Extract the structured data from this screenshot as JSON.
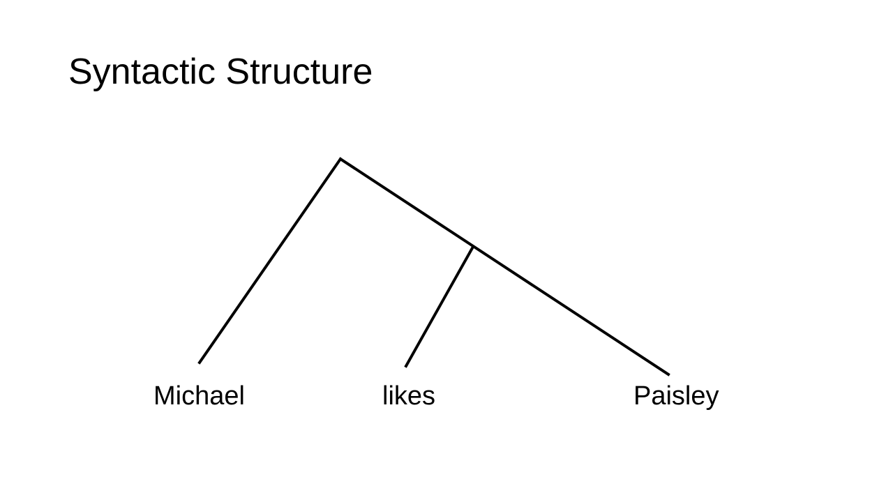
{
  "slide": {
    "title": "Syntactic Structure"
  },
  "tree": {
    "leaves": [
      "Michael",
      "likes",
      "Paisley"
    ],
    "structure": "[Michael [likes Paisley]]"
  },
  "colors": {
    "background": "#ffffff",
    "text": "#000000",
    "lines": "#000000"
  }
}
